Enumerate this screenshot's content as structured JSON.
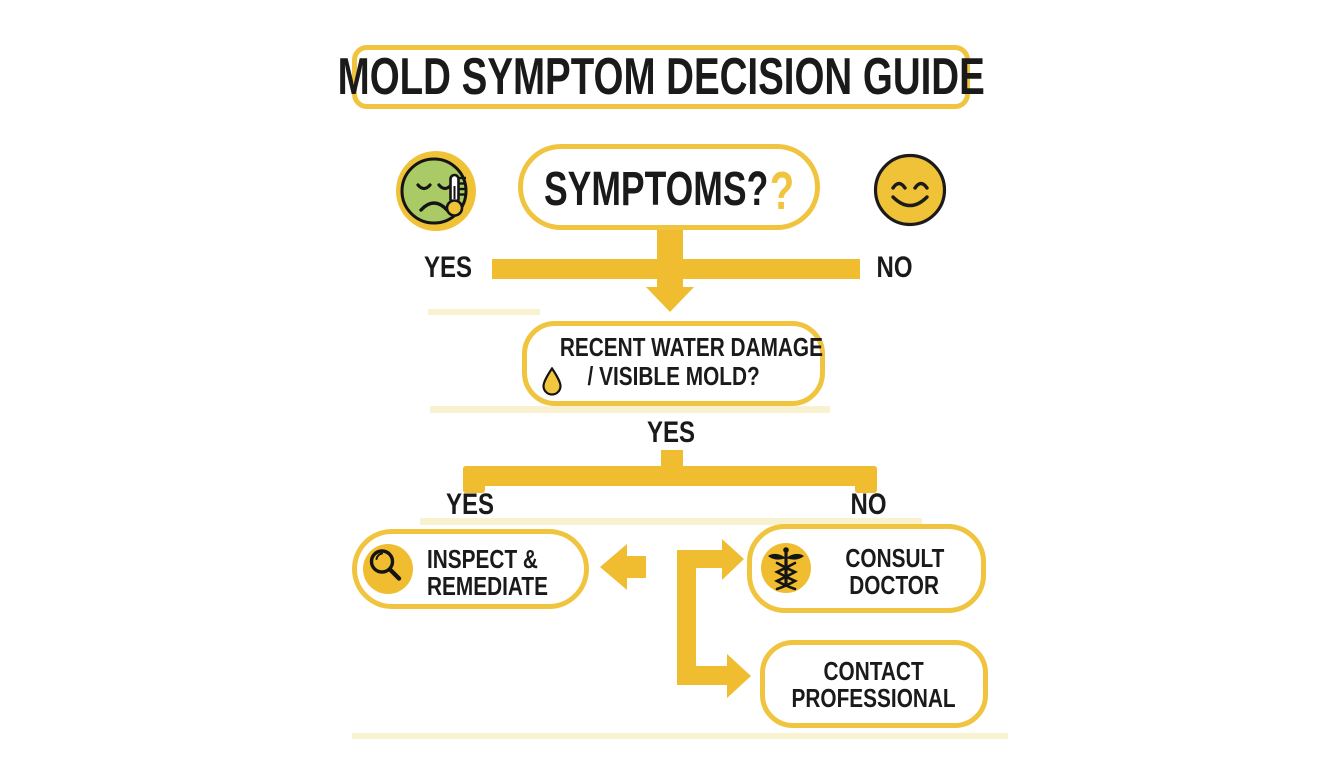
{
  "title": "MOLD SYMPTOM DECISION GUIDE",
  "colors": {
    "gold": "#EFBD2F",
    "gold_light": "#F0C43E",
    "ink": "#1A1A1A",
    "face_green": "#A9CA64",
    "pale": "#F8EFC5",
    "background": "#FFFFFF"
  },
  "nodes": {
    "symptoms": {
      "label": "SYMPTOMS?",
      "accent": "?"
    },
    "water": {
      "line1": "RECENT WATER DAMAGE",
      "line2": "/ VISIBLE MOLD?"
    },
    "inspect": {
      "line1": "INSPECT &",
      "line2": "REMEDIATE"
    },
    "consult": {
      "line1": "CONSULT",
      "line2": "DOCTOR"
    },
    "contact": {
      "line1": "CONTACT",
      "line2": "PROFESSIONAL"
    }
  },
  "branches": {
    "symptoms_yes": "YES",
    "symptoms_no": "NO",
    "water_entry": "YES",
    "water_yes": "YES",
    "water_no": "NO"
  },
  "icons": {
    "sick_face": "sick-face-thermometer-icon",
    "happy_face": "happy-face-icon",
    "droplet": "water-droplet-icon",
    "magnifier": "magnifying-glass-icon",
    "caduceus": "caduceus-icon"
  }
}
